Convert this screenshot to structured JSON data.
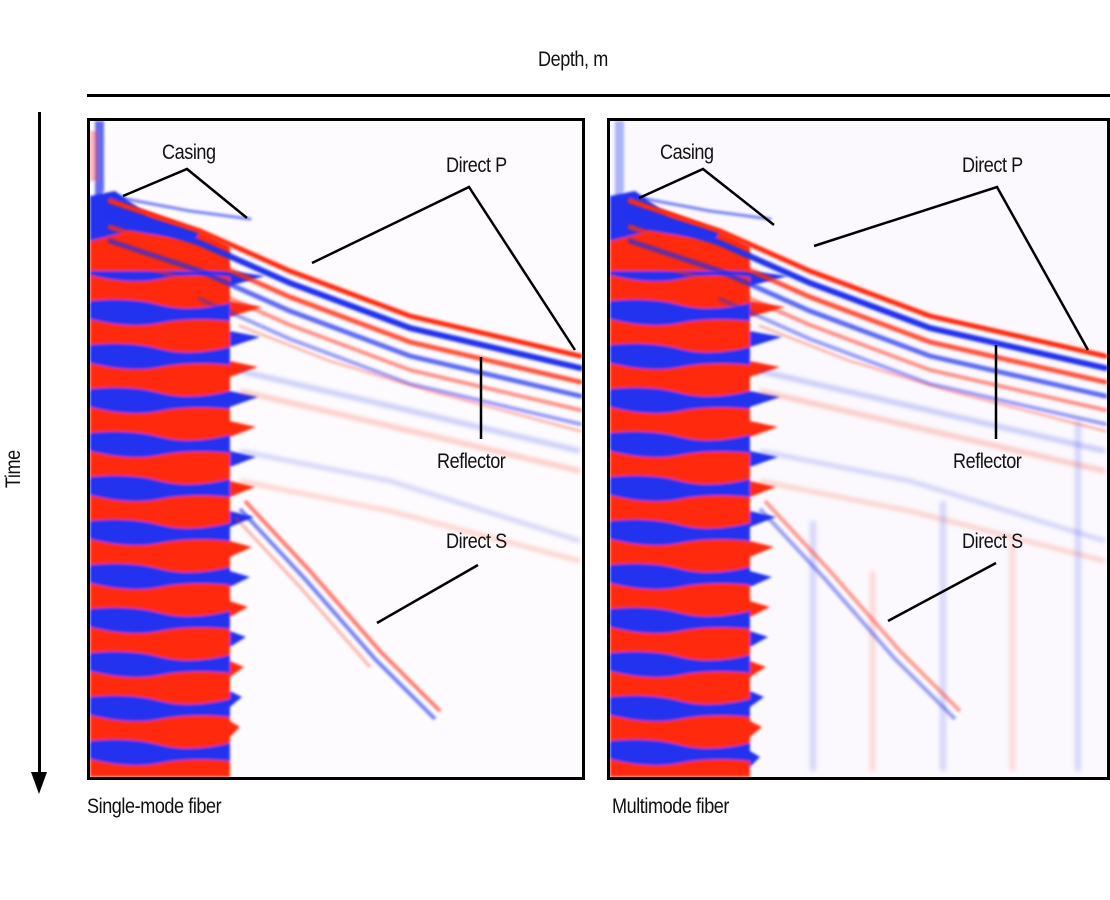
{
  "figure": {
    "x_axis_title": "Depth, m",
    "y_axis_title": "Time",
    "colors": {
      "positive": "#ff2a10",
      "negative": "#2030ee",
      "background": "#ffffff",
      "lines": "#000000"
    },
    "panels": [
      {
        "id": "single-mode",
        "caption": "Single-mode fiber",
        "annotations": {
          "casing": "Casing",
          "direct_p": "Direct P",
          "reflector": "Reflector",
          "direct_s": "Direct S"
        }
      },
      {
        "id": "multimode",
        "caption": "Multimode fiber",
        "annotations": {
          "casing": "Casing",
          "direct_p": "Direct P",
          "reflector": "Reflector",
          "direct_s": "Direct S"
        }
      }
    ]
  }
}
